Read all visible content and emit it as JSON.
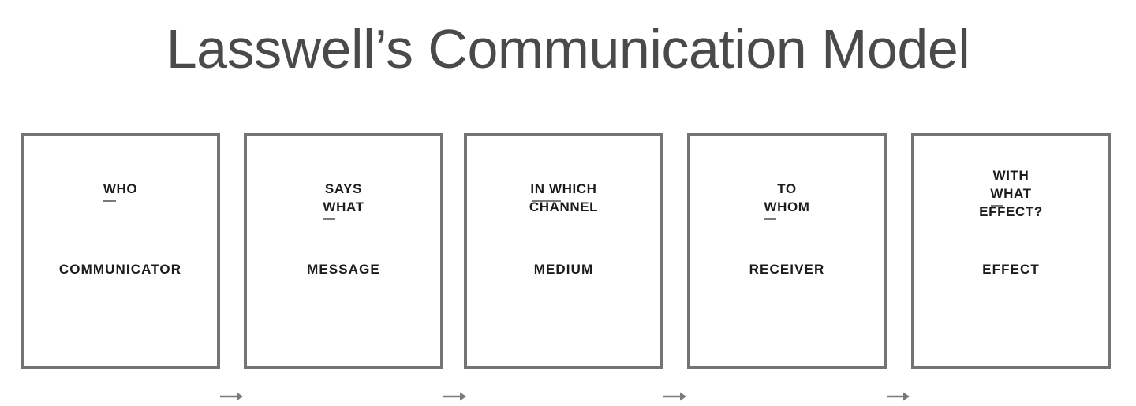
{
  "title": "Lasswell’s Communication Model",
  "colors": {
    "title_text": "#4a4a4a",
    "box_border": "#747474",
    "box_fill": "#ffffff",
    "label_text": "#1c1c1c",
    "arrow": "#7a7a7a",
    "underline": "#7a7a7a",
    "background": "#ffffff"
  },
  "diagram": {
    "type": "linear-flow",
    "stage_count": 5,
    "arrow_count": 4,
    "stages": [
      {
        "id": "who",
        "question_lines": [
          "WHO"
        ],
        "underlined_line_index": 0,
        "underlined_prefix": "W",
        "underlined_rest": "HO",
        "answer": "COMMUNICATOR"
      },
      {
        "id": "says-what",
        "question_lines": [
          "SAYS",
          "WHAT"
        ],
        "underlined_line_index": 1,
        "underlined_prefix": "W",
        "underlined_rest": "HAT",
        "answer": "MESSAGE"
      },
      {
        "id": "in-which-channel",
        "question_lines": [
          "IN WHICH",
          "CHANNEL"
        ],
        "underlined_line_index": 0,
        "underlined_prefix": "IN W",
        "underlined_rest": "HICH",
        "answer": "MEDIUM"
      },
      {
        "id": "to-whom",
        "question_lines": [
          "TO",
          "WHOM"
        ],
        "underlined_line_index": 1,
        "underlined_prefix": "W",
        "underlined_rest": "HOM",
        "answer": "RECEIVER"
      },
      {
        "id": "with-what-effect",
        "question_lines": [
          "WITH",
          "WHAT",
          "EFFECT?"
        ],
        "underlined_line_index": 1,
        "underlined_prefix": "W",
        "underlined_rest": "HAT",
        "answer": "EFFECT"
      }
    ]
  }
}
